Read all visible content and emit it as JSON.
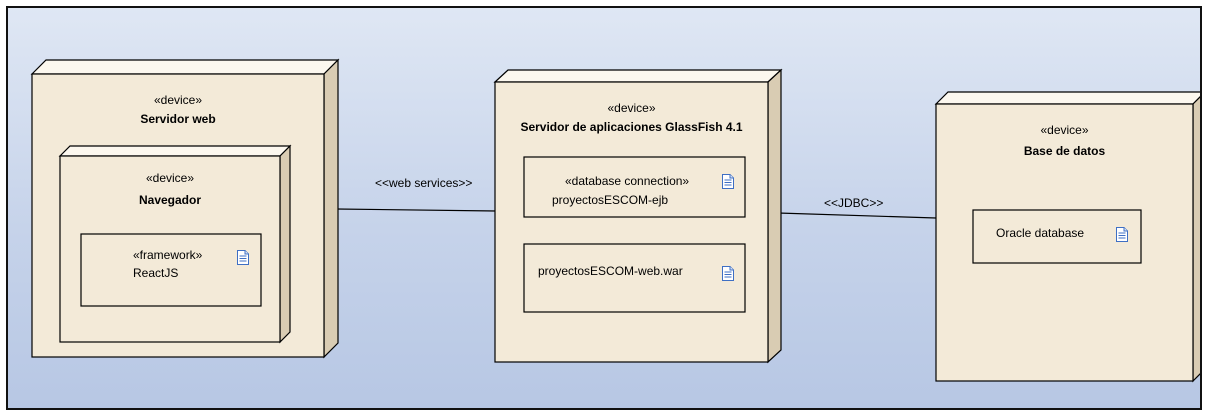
{
  "nodes": {
    "web_server": {
      "stereotype": "«device»",
      "name": "Servidor web",
      "browser": {
        "stereotype": "«device»",
        "name": "Navegador",
        "artifact": {
          "stereotype": "«framework»",
          "name": "ReactJS"
        }
      }
    },
    "app_server": {
      "stereotype": "«device»",
      "name": "Servidor de aplicaciones GlassFish 4.1",
      "artifact_ejb": {
        "stereotype": "«database connection»",
        "name": "proyectosESCOM-ejb"
      },
      "artifact_war": {
        "name": "proyectosESCOM-web.war"
      }
    },
    "database": {
      "stereotype": "«device»",
      "name": "Base de datos",
      "artifact": {
        "name": "Oracle database"
      }
    }
  },
  "connectors": {
    "web_services": "<<web services>>",
    "jdbc": "<<JDBC>>"
  },
  "colors": {
    "node_face": "#f3ead8",
    "node_top": "#fcf8ef",
    "node_side": "#d9ccb3",
    "border": "#000000",
    "icon_blue": "#3e6fc4"
  }
}
